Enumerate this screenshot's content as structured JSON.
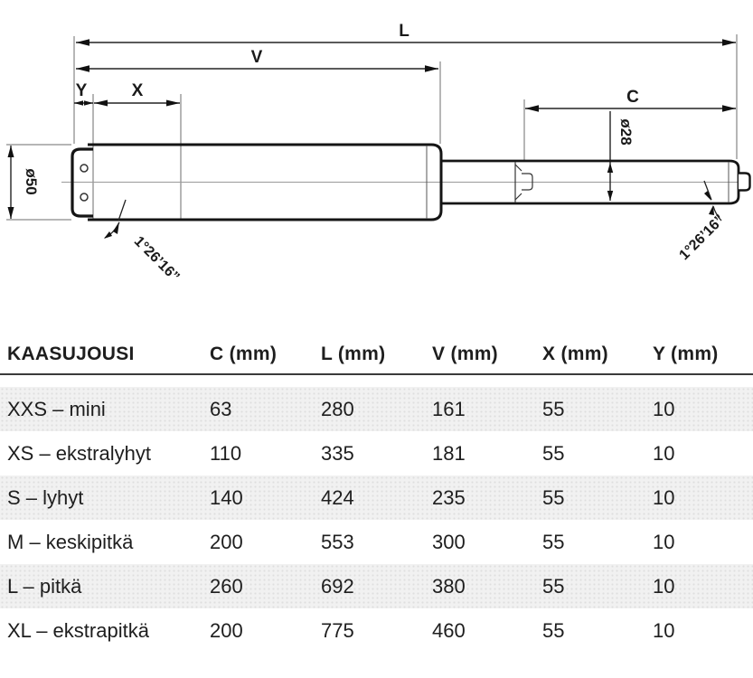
{
  "drawing": {
    "title": "gas spring technical drawing",
    "dim_L": "L",
    "dim_V": "V",
    "dim_X": "X",
    "dim_Y": "Y",
    "dim_C": "C",
    "dia_body": "ø50",
    "dia_rod": "ø28",
    "angle_left": "1°26’16”",
    "angle_right": "1°26’16”",
    "line_color": "#1a1a1a",
    "thin_line_color": "#6e6e6e"
  },
  "table": {
    "headers": {
      "name": "KAASUJOUSI",
      "c": "C (mm)",
      "l": "L (mm)",
      "v": "V (mm)",
      "x": "X (mm)",
      "y": "Y (mm)"
    },
    "rows": [
      {
        "name": "XXS – mini",
        "c": "63",
        "l": "280",
        "v": "161",
        "x": "55",
        "y": "10"
      },
      {
        "name": "XS – ekstralyhyt",
        "c": "110",
        "l": "335",
        "v": "181",
        "x": "55",
        "y": "10"
      },
      {
        "name": "S – lyhyt",
        "c": "140",
        "l": "424",
        "v": "235",
        "x": "55",
        "y": "10"
      },
      {
        "name": "M – keskipitkä",
        "c": "200",
        "l": "553",
        "v": "300",
        "x": "55",
        "y": "10"
      },
      {
        "name": "L – pitkä",
        "c": "260",
        "l": "692",
        "v": "380",
        "x": "55",
        "y": "10"
      },
      {
        "name": "XL – ekstrapitkä",
        "c": "200",
        "l": "775",
        "v": "460",
        "x": "55",
        "y": "10"
      }
    ]
  }
}
